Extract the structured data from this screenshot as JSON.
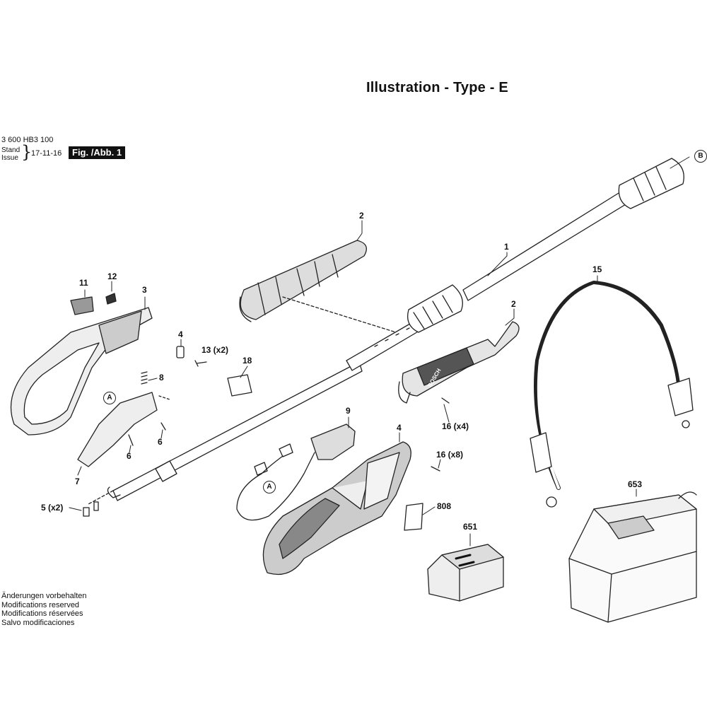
{
  "header": {
    "title": "Illustration - Type - E",
    "part_number": "3 600 HB3 100",
    "stand_label": "Stand",
    "issue_label": "Issue",
    "date": "17-11-16",
    "figure_label": "Fig. /Abb. 1"
  },
  "notes": [
    "Änderungen vorbehalten",
    "Modifications reserved",
    "Modifications réservées",
    "Salvo modificaciones"
  ],
  "callouts": {
    "b_ref": "B",
    "a_ref_1": "A",
    "a_ref_2": "A",
    "p1": "1",
    "p2_top": "2",
    "p2_right": "2",
    "p3": "3",
    "p4_left": "4",
    "p4_right": "4",
    "p5": "5  (x2)",
    "p6_a": "6",
    "p6_b": "6",
    "p7": "7",
    "p8": "8",
    "p9": "9",
    "p11": "11",
    "p12": "12",
    "p13": "13 (x2)",
    "p15": "15",
    "p16_x4": "16 (x4)",
    "p16_x8": "16 (x8)",
    "p18": "18",
    "p651": "651",
    "p653": "653",
    "p808": "808"
  },
  "logo_text": "BOSCH"
}
